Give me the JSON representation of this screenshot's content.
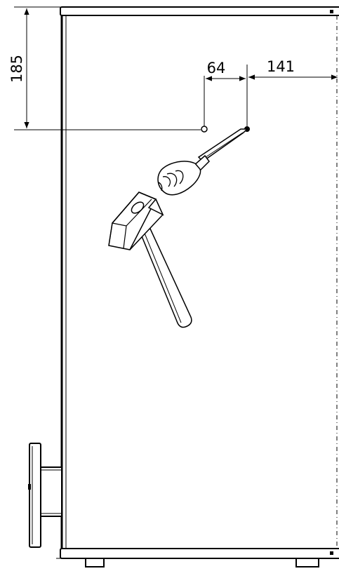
{
  "dimensions": {
    "vertical_offset": "185",
    "hole_spacing": "64",
    "edge_offset": "141"
  },
  "colors": {
    "line": "#000000",
    "background": "#ffffff",
    "tool_fill": "#ffffff"
  },
  "icons": {
    "hole": "circle-outline-icon",
    "marked_point": "filled-dot-icon",
    "tool_1": "screwdriver-icon",
    "tool_2": "hammer-icon"
  }
}
